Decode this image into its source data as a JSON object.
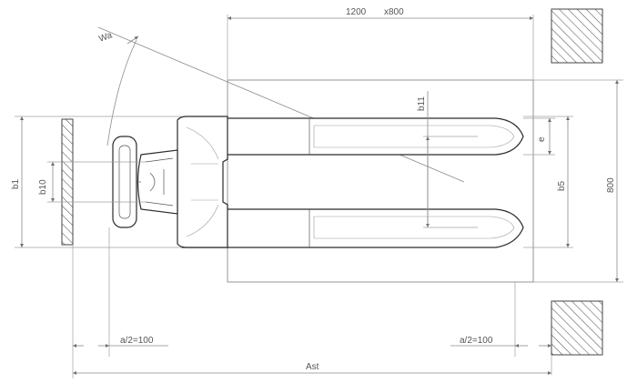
{
  "labels": {
    "pallet_length": "1200",
    "pallet_width": "x800",
    "wa": "Wa",
    "b11": "b11",
    "e": "e",
    "b1": "b1",
    "b10": "b10",
    "b5": "b5",
    "dim_800": "800",
    "a_half_left": "a/2=100",
    "a_half_right": "a/2=100",
    "ast": "Ast"
  },
  "colors": {
    "line": "#8a8a8a",
    "truck": "#2b2b2b",
    "text": "#555555"
  }
}
